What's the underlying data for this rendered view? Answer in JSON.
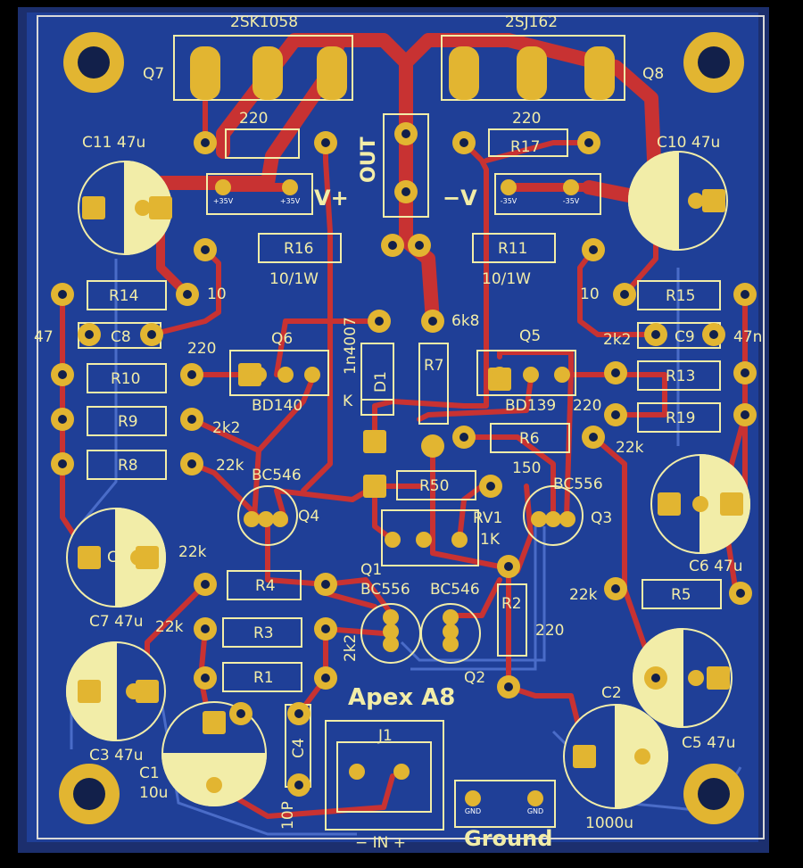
{
  "board": {
    "title": "Apex A8",
    "colors": {
      "background": "#000000",
      "board": "#1f3f97",
      "board_edge": "#223f8f",
      "trace": "#c83232",
      "pad": "#e2b531",
      "pad_hole": "#12204a",
      "silk": "#f2eda8",
      "outline": "#d8d8d8",
      "fab": "#b08bd0",
      "back_trace": "#4a6cc8"
    }
  },
  "labels": {
    "q7_part": "2SK1058",
    "q8_part": "2SJ162",
    "q7": "Q7",
    "q8": "Q8",
    "r_top_left_val": "220",
    "r_top_right_val": "220",
    "r17": "R17",
    "c11": "C11 47u",
    "c10": "C10 47u",
    "v_plus": "V+",
    "v_minus": "−V",
    "out": "OUT",
    "r16": "R16",
    "r11": "R11",
    "r16_val": "10/1W",
    "r11_val": "10/1W",
    "r14": "R14",
    "r14_val": "10",
    "r15": "R15",
    "r15_val": "10",
    "c8": "C8",
    "c9": "C9",
    "c8_val": "47",
    "c9_val": "47n",
    "q6_val": "220",
    "q6": "Q6",
    "d1_part": "1n4007",
    "d1": "D1",
    "d1_k": "K",
    "r7": "R7",
    "r7_val": "6k8",
    "q5": "Q5",
    "q5_val": "2k2",
    "r10": "R10",
    "r13": "R13",
    "bd140": "BD140",
    "bd139": "BD139",
    "r19_val": "220",
    "r19": "R19",
    "r9": "R9",
    "r9_val": "2k2",
    "r6": "R6",
    "r6_val": "22k",
    "r8": "R8",
    "r8_val": "22k",
    "bc546_q4": "BC546",
    "q4": "Q4",
    "r50": "R50",
    "r50_val": "150",
    "bc556_q3": "BC556",
    "q3": "Q3",
    "rv1": "RV1",
    "rv1_val": "1K",
    "c_left": "C",
    "c7_val": "22k",
    "r4": "R4",
    "c7": "C7 47u",
    "q1": "Q1",
    "bc556_q1": "BC556",
    "bc546_q2": "BC546",
    "r2": "R2",
    "r5": "R5",
    "r5_val": "22k",
    "c6": "C6 47u",
    "r3_val": "22k",
    "r3": "R3",
    "r3b_val": "2k2",
    "r2_val": "220",
    "r1": "R1",
    "q2": "Q2",
    "c3": "C3 47u",
    "c1": "C1",
    "c1_val": "10u",
    "c4": "C4",
    "c4_val": "10P",
    "j1": "J1",
    "in_label": "− IN +",
    "c2": "C2",
    "c2_val": "1000u",
    "c5": "C5 47u",
    "ground": "Ground",
    "pad_35v_a": "+35V",
    "pad_35v_b": "+35V",
    "pad_35v_c": "-35V",
    "pad_35v_d": "-35V",
    "pad_gnd_a": "GND",
    "pad_gnd_b": "GND"
  }
}
